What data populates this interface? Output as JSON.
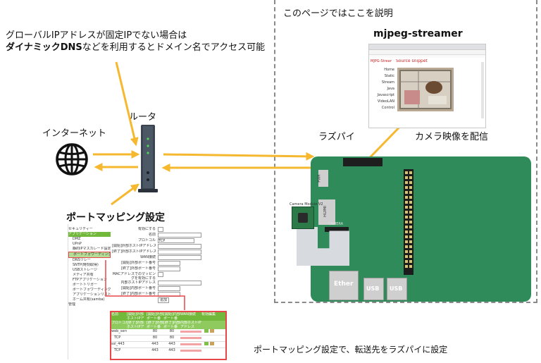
{
  "annotations": {
    "line1": "グローバルIPアドレスが固定IPでない場合は",
    "line2_bold": "ダイナミックDNS",
    "line2_rest": "などを利用するとドメイン名でアクセス可能",
    "internet": "インターネット",
    "router": "ルータ",
    "raspi": "ラズパイ",
    "camera_delivery": "カメラ映像を配信",
    "box_note": "このページではここを説明",
    "streamer_title": "mjpeg-streamer",
    "port_title": "ポートマッピング設定",
    "bottom_note": "ポートマッピング設定で、転送先をラズパイに設定"
  },
  "board": {
    "pwr": "PWR",
    "hdmi": "HDMI",
    "camera_port": "CAMERA",
    "camera_module": "Camera Module V2",
    "ether": "Ether",
    "usb1": "USB",
    "usb2": "USB"
  },
  "browser": {
    "page_title": "Source snippet",
    "side_title": "MJPG-Streamer Demo Pages",
    "nav": [
      "Home",
      "Static",
      "Stream",
      "Java",
      "Javascript",
      "VideoLAN",
      "Control"
    ]
  },
  "router_ui": {
    "sidebar": [
      "セキュリティー",
      "アプリケーション",
      "DMZ",
      "UPnP",
      "静的IPマスカレード設定",
      "ポートフォワーディング",
      "DNSリレー",
      "SNTP(時刻取得)",
      "USBストレージ",
      "メディア共有",
      "FTPアプリケーション",
      "ポートトリガー",
      "ポートフォワーディング（アプリケーションリスト）",
      "アプリケーションリスト",
      "ホーム共有(samba)",
      "管理"
    ],
    "form_labels": [
      "有効にする",
      "名前",
      "プロトコル",
      "[開始]外部ホストIPアドレス",
      "[終了]外部ホストIPアドレス",
      "WAN接続",
      "[開始]外部ポート番号",
      "[終了]外部ポート番号",
      "有効にする",
      "内部ホストIPアドレス",
      "[開始]内部ポート番号",
      "[終了]内部ポート番号"
    ],
    "protocol_value": "TCP",
    "mac_label": "MACアドレスでのマッピングを有効にする",
    "add_button": "追加",
    "table": {
      "headers": [
        "名前",
        "[開始]外部ホストIPアドレス",
        "[開始]外部ポート番号",
        "[開始]内部ポート番号",
        "WAN接続",
        "有効",
        "編集"
      ],
      "headers2": [
        "プロトコル",
        "[終了]外部ホストIPアドレス",
        "[終了]外部ポート番号",
        "[終了]内部ポート番号",
        "内部ホストIPアドレス"
      ],
      "rows": [
        [
          "web_servo",
          "TCP",
          "80",
          "80",
          "80",
          "80"
        ],
        [
          "ssl_443",
          "TCP",
          "443",
          "443",
          "443",
          "443"
        ]
      ]
    }
  },
  "colors": {
    "arrow": "#f5b82e",
    "board": "#2f8b5a",
    "board_dark": "#1d6a41",
    "highlight": "#e8474a"
  }
}
